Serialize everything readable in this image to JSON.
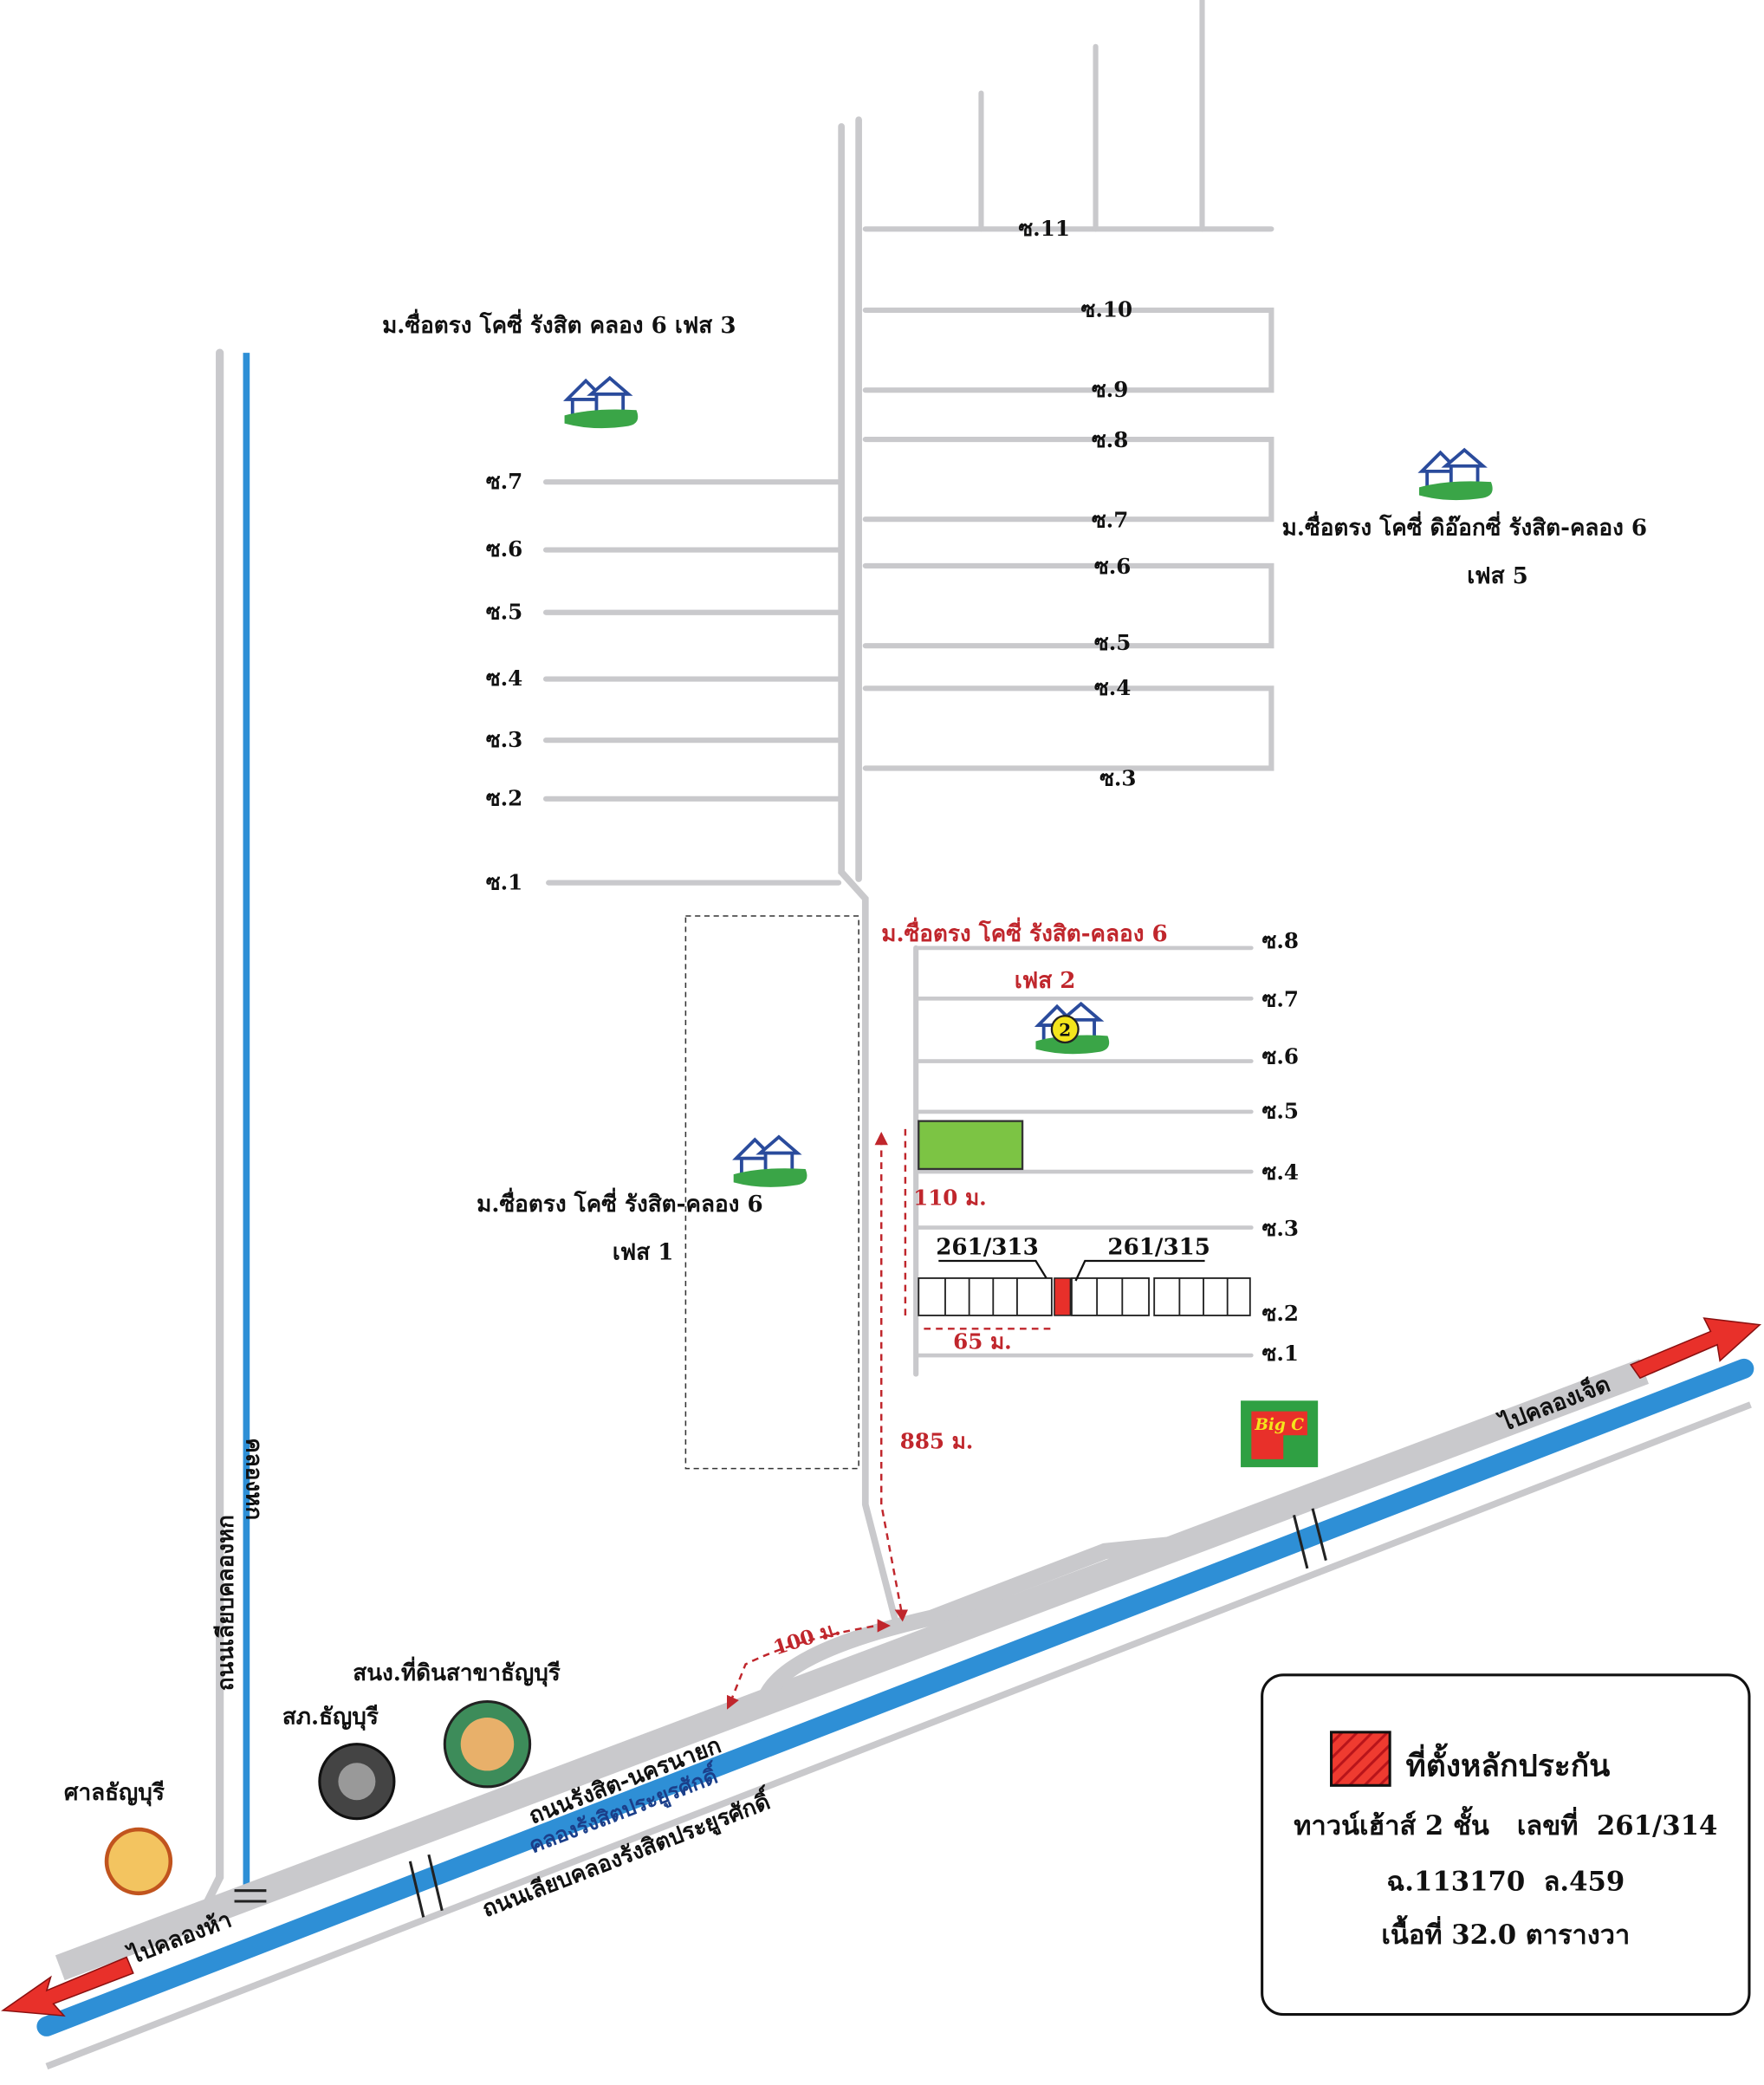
{
  "villages": {
    "phase3": "ม.ซื่อตรง โคซี่ รังสิต คลอง 6 เฟส 3",
    "phase5_line1": "ม.ซื่อตรง โคซี่ ดิอ๊อกซี่ รังสิต-คลอง 6",
    "phase5_line2": "เฟส 5",
    "phase2_line1": "ม.ซื่อตรง โคซี่ รังสิต-คลอง 6",
    "phase2_line2": "เฟส 2",
    "phase1_line1": "ม.ซื่อตรง โคซี่ รังสิต-คลอง 6",
    "phase1_line2": "เฟส 1",
    "phase2_badge": "2"
  },
  "sois_left": [
    "ซ.1",
    "ซ.2",
    "ซ.3",
    "ซ.4",
    "ซ.5",
    "ซ.6",
    "ซ.7"
  ],
  "sois_upper_right": [
    "ซ.3",
    "ซ.4",
    "ซ.5",
    "ซ.6",
    "ซ.7",
    "ซ.8",
    "ซ.9",
    "ซ.10",
    "ซ.11"
  ],
  "sois_lower_right": [
    "ซ.1",
    "ซ.2",
    "ซ.3",
    "ซ.4",
    "ซ.5",
    "ซ.6",
    "ซ.7",
    "ซ.8"
  ],
  "distances": {
    "d110": "110 ม.",
    "d65": "65 ม.",
    "d885": "885 ม.",
    "d100": "100 ม."
  },
  "plots": {
    "left": "261/313",
    "right": "261/315"
  },
  "roads": {
    "main_road": "ถนนรังสิต-นครนายก",
    "main_canal": "คลองรังสิตประยูรศักดิ์",
    "lower_road": "ถนนเลียบคลองรังสิตประยูรศักดิ์",
    "side_road": "ถนนเลียบคลองหก",
    "side_canal": "คลองหก",
    "to_east": "ไปคลองเจ็ด",
    "to_west": "ไปคลองห้า"
  },
  "landmarks": {
    "land_office": "สนง.ที่ดินสาขาธัญบุรี",
    "police": "สภ.ธัญบุรี",
    "court": "ศาลธัญบุรี",
    "bigc": "Big C"
  },
  "legend": {
    "title": "ที่ตั้งหลักประกัน",
    "line1": "ทาวน์เฮ้าส์ 2 ชั้น   เลขที่  261/314",
    "line2": "ฉ.113170  ล.459",
    "line3": "เนื้อที่ 32.0 ตารางวา"
  },
  "colors": {
    "canal": "#2e8fd6",
    "road": "#c9c9cc",
    "highlight": "#e8302a",
    "green": "#7cc444",
    "label_red": "#c0262c"
  }
}
